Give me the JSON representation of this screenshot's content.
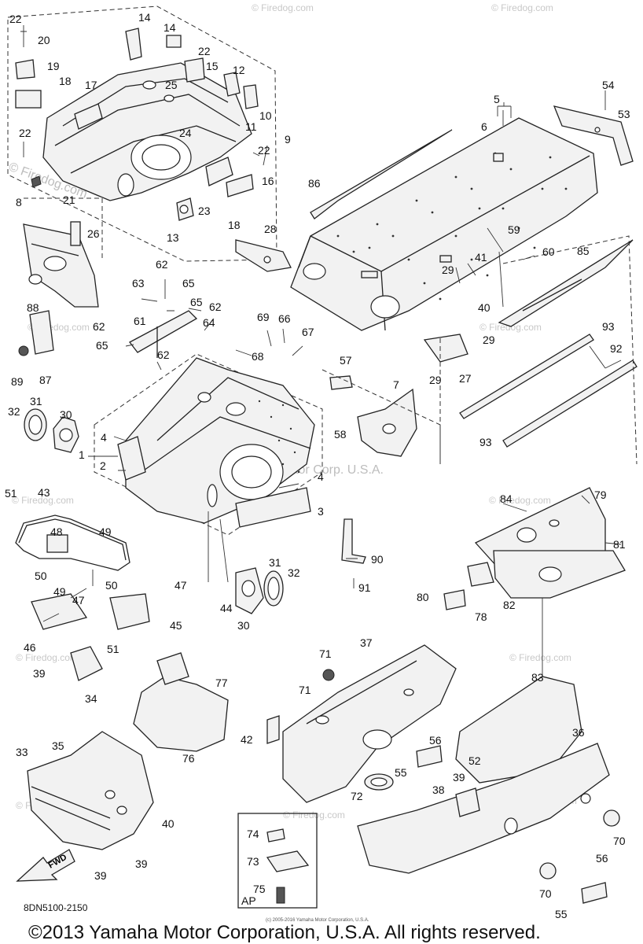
{
  "watermarks": {
    "site": "© Firedog.com",
    "site_alt": "© Firedog.com",
    "yamaha_overlay": "Yamaha Motor Corp. U.S.A."
  },
  "diagram_code": "8DN5100-2150",
  "fwd_label": "FWD",
  "ap_label": "AP",
  "footer": {
    "copyright": "©2013 Yamaha Motor Corporation, U.S.A. All rights reserved.",
    "small_print": "(c) 2005-2016 Yamaha Motor Corporation, U.S.A."
  },
  "callouts": {
    "c22a": "22",
    "c20": "20",
    "c19": "19",
    "c18a": "18",
    "c17": "17",
    "c14a": "14",
    "c14b": "14",
    "c22b": "22",
    "c15": "15",
    "c12": "12",
    "c25": "25",
    "c24": "24",
    "c10": "10",
    "c11": "11",
    "c9": "9",
    "c22c": "22",
    "c22d": "22",
    "c16": "16",
    "c23": "23",
    "c21": "21",
    "c13": "13",
    "c18b": "18",
    "c8": "8",
    "c26": "26",
    "c28": "28",
    "c5": "5",
    "c6": "6",
    "c54": "54",
    "c53": "53",
    "c86": "86",
    "c59": "59",
    "c41": "41",
    "c29a": "29",
    "c60": "60",
    "c85": "85",
    "c40a": "40",
    "c93a": "93",
    "c29b": "29",
    "c29c": "29",
    "c27": "27",
    "c92": "92",
    "c93b": "93",
    "c62a": "62",
    "c63": "63",
    "c65a": "65",
    "c65b": "65",
    "c62b": "62",
    "c64": "64",
    "c61": "61",
    "c62c": "62",
    "c65c": "65",
    "c62d": "62",
    "c69": "69",
    "c66": "66",
    "c67": "67",
    "c68": "68",
    "c88": "88",
    "c87": "87",
    "c89": "89",
    "c57": "57",
    "c7": "7",
    "c58": "58",
    "c32a": "32",
    "c31a": "31",
    "c30a": "30",
    "c4a": "4",
    "c1": "1",
    "c2": "2",
    "c4b": "4",
    "c3": "3",
    "c51a": "51",
    "c43": "43",
    "c48": "48",
    "c49a": "49",
    "c50a": "50",
    "c49b": "49",
    "c50b": "50",
    "c47a": "47",
    "c47b": "47",
    "c45": "45",
    "c46": "46",
    "c51b": "51",
    "c39a": "39",
    "c34": "34",
    "c44": "44",
    "c31b": "31",
    "c32b": "32",
    "c30b": "30",
    "c90": "90",
    "c91": "91",
    "c84": "84",
    "c79": "79",
    "c81": "81",
    "c80": "80",
    "c78": "78",
    "c82": "82",
    "c71a": "71",
    "c37": "37",
    "c71b": "71",
    "c42": "42",
    "c56a": "56",
    "c55a": "55",
    "c72": "72",
    "c83": "83",
    "c36": "36",
    "c52": "52",
    "c39b": "39",
    "c38": "38",
    "c70a": "70",
    "c70b": "70",
    "c56b": "56",
    "c55b": "55",
    "c77": "77",
    "c76": "76",
    "c33": "33",
    "c35": "35",
    "c40b": "40",
    "c39c": "39",
    "c39d": "39",
    "c74": "74",
    "c73": "73",
    "c75": "75"
  }
}
